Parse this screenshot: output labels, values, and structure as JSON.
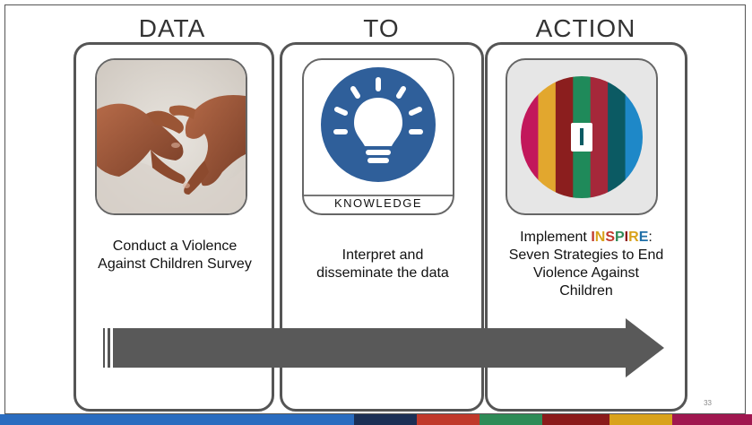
{
  "columns": [
    {
      "title": "DATA",
      "caption_lines": [
        "Conduct a Violence",
        "Against Children Survey"
      ]
    },
    {
      "title": "TO",
      "caption_lines": [
        "Interpret and",
        "disseminate the data"
      ],
      "tile_label": "KNOWLEDGE"
    },
    {
      "title": "ACTION",
      "caption_prefix": "Implement ",
      "inspire_letters": [
        {
          "ch": "I",
          "color": "#c0392b"
        },
        {
          "ch": "N",
          "color": "#d9a21b"
        },
        {
          "ch": "S",
          "color": "#c0392b"
        },
        {
          "ch": "P",
          "color": "#2e8b57"
        },
        {
          "ch": "I",
          "color": "#8b1a1a"
        },
        {
          "ch": "R",
          "color": "#d9a21b"
        },
        {
          "ch": "E",
          "color": "#1f6fa8"
        }
      ],
      "caption_suffix": ":",
      "caption_rest": [
        "Seven Strategies to End",
        "Violence Against",
        "Children"
      ],
      "tile_letter": "I"
    }
  ],
  "page_number": "33",
  "colors": {
    "knowledge_blue": "#2f5f9a",
    "inspire_stripes": [
      "#c2185b",
      "#e2a72e",
      "#8b1e1e",
      "#1f8a5a",
      "#a5283a",
      "#0b5a63",
      "#1e88c8"
    ],
    "bottom_bar": [
      "#2a6cbf",
      "#1b2f55",
      "#c0392b",
      "#2e8b57",
      "#8b1a1a",
      "#d9a21b",
      "#a0174f"
    ]
  },
  "icons": {
    "col1": "hands-photo",
    "col2": "lightbulb-icon",
    "col3": "inspire-logo-icon",
    "flow": "right-arrow"
  }
}
